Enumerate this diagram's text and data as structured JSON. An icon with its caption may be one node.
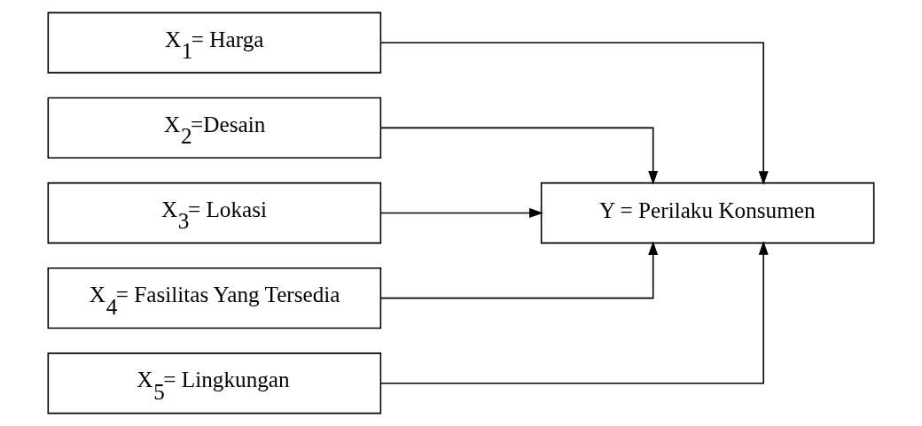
{
  "diagram": {
    "nodes": [
      {
        "text": [
          "X$_{1}$= Harga"
        ]
      },
      {
        "text": [
          "X$_{2}$=Desain"
        ]
      },
      {
        "text": [
          "X$_{3}$= Lokasi"
        ]
      },
      {
        "text": [
          "X$_{4}$= Fasilitas Yang Tersedia"
        ]
      },
      {
        "text": [
          "X$_{5}$= Lingkungan"
        ]
      },
      {
        "text": [
          "Y = Perilaku Konsumen"
        ]
      }
    ],
    "edges": [
      {
        "from": 0,
        "to": 5,
        "arrow": "to"
      },
      {
        "from": 1,
        "to": 5,
        "arrow": "to"
      },
      {
        "from": 2,
        "to": 5,
        "arrow": "to"
      },
      {
        "from": 3,
        "to": 5,
        "arrow": "to"
      },
      {
        "from": 4,
        "to": 5,
        "arrow": "to"
      }
    ]
  }
}
